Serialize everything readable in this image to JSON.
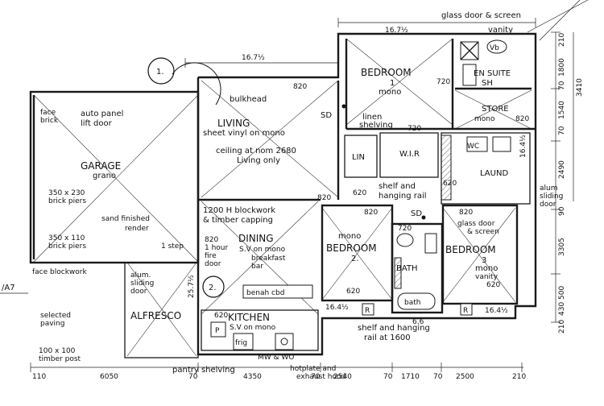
{
  "rooms": {
    "bedroom1": "BEDROOM",
    "bedroom1_sub": "1",
    "bedroom1_floor": "mono",
    "ensuite": "EN SUITE",
    "store": "STORE",
    "store_floor": "mono",
    "living": "LIVING",
    "garage": "GARAGE",
    "garage_floor": "grano",
    "dining": "DINING",
    "bedroom2_floor": "mono",
    "bedroom2": "BEDROOM",
    "bedroom2_sub": "2.",
    "bedroom3": "BEDROOM",
    "bedroom3_sub": "3",
    "bedroom3_floor": "mono",
    "bath": "BATH",
    "laund": "LAUND",
    "kitchen": "KITCHEN",
    "kitchen_floor": "S.V on mono",
    "alfresco": "ALFRESCO",
    "lin": "LIN",
    "wir": "W.I.R"
  },
  "notes": {
    "glass_door_screen_top": "glass door & screen",
    "vanity_top": "vanity",
    "bulkhead": "bulkhead",
    "living_floor": "sheet vinyl on mono",
    "ceiling": "ceiling at nom 2680",
    "living_only": "Living only",
    "linen_shelving": "linen",
    "linen_shelving2": "shelving",
    "auto_panel": "auto panel",
    "lift_door": "lift door",
    "face_brick": "face",
    "face_brick2": "brick",
    "piers_350x230": "350 x 230",
    "piers_brick": "brick piers",
    "sand_finished": "sand finished",
    "render": "render",
    "piers_350x110": "350 x 110",
    "piers_brick2": "brick piers",
    "blockwork_1200": "1200 H blockwork",
    "timber_capping": "& timber capping",
    "one_step": "1 step",
    "one_hour": "1 hour",
    "fire": "fire",
    "door": "door",
    "dining_floor": "S.V on mono",
    "breakfast": "breakfast",
    "bar": "bar",
    "shelf_hanging": "shelf and",
    "hanging_rail": "hanging rail",
    "glass_door_screen_b3": "glass door",
    "screen_b3": "& screen",
    "mono_b3": "mono",
    "vanity_b3": "vanity",
    "alum_sliding_r": "alum",
    "alum_sliding_r2": "sliding",
    "alum_sliding_r3": "door",
    "face_blockwork": "face blockwork",
    "alum_sliding_l": "alum.",
    "alum_sliding_l2": "sliding",
    "alum_sliding_l3": "door",
    "benchtop": "benah cbd",
    "selected_paving": "selected",
    "paving": "paving",
    "timber_post": "100 x 100",
    "timber_post2": "timber post",
    "pantry_shelving": "pantry shelving",
    "hotplate": "hotplate and",
    "exhaust": "exhaust hood",
    "shelf_rail_1600": "shelf and hanging",
    "rail_1600": "rail at 1600",
    "mw_wo": "MW & WO",
    "bath_fixture": "bath",
    "fridge": "frig",
    "pantry_p": "P",
    "vb": "Vb",
    "sh": "SH",
    "wc": "WC",
    "ref_a7": "/A7",
    "callout_1": "1.",
    "callout_2": "2.",
    "r_marker": "R",
    "sd": "SD"
  },
  "dims": {
    "top_167a": "16.7½",
    "top_167b": "16.7½",
    "d820_living": "820",
    "d720_bed1": "720",
    "d720_linen": "720",
    "d820_store": "820",
    "d820_hall": "820",
    "d620_hall": "620",
    "d620_hall2": "620",
    "d820_b2": "820",
    "d720_bath": "720",
    "d820_b3": "820",
    "d620_b2": "620",
    "d620_b3": "620",
    "d820_fire": "820",
    "d620_kit": "620",
    "d257": "25.7½",
    "d164a": "16.4½",
    "d164b": "16.4½",
    "d164c": "16.4½",
    "d66": "6.6",
    "right_210": "210",
    "right_1800": "1800",
    "right_70": "70",
    "right_1540": "1540",
    "right_3410": "3410",
    "right_70b": "70",
    "right_2490": "2490",
    "right_90": "90",
    "right_3305": "3305",
    "right_500": "500",
    "right_430": "430",
    "right_210b": "210",
    "bottom_110": "110",
    "bottom_6050": "6050",
    "bottom_70": "70",
    "bottom_4350": "4350",
    "bottom_70b": "70",
    "bottom_2540": "2540",
    "bottom_70c": "70",
    "bottom_1710": "1710",
    "bottom_70d": "70",
    "bottom_2500": "2500",
    "bottom_210": "210"
  }
}
